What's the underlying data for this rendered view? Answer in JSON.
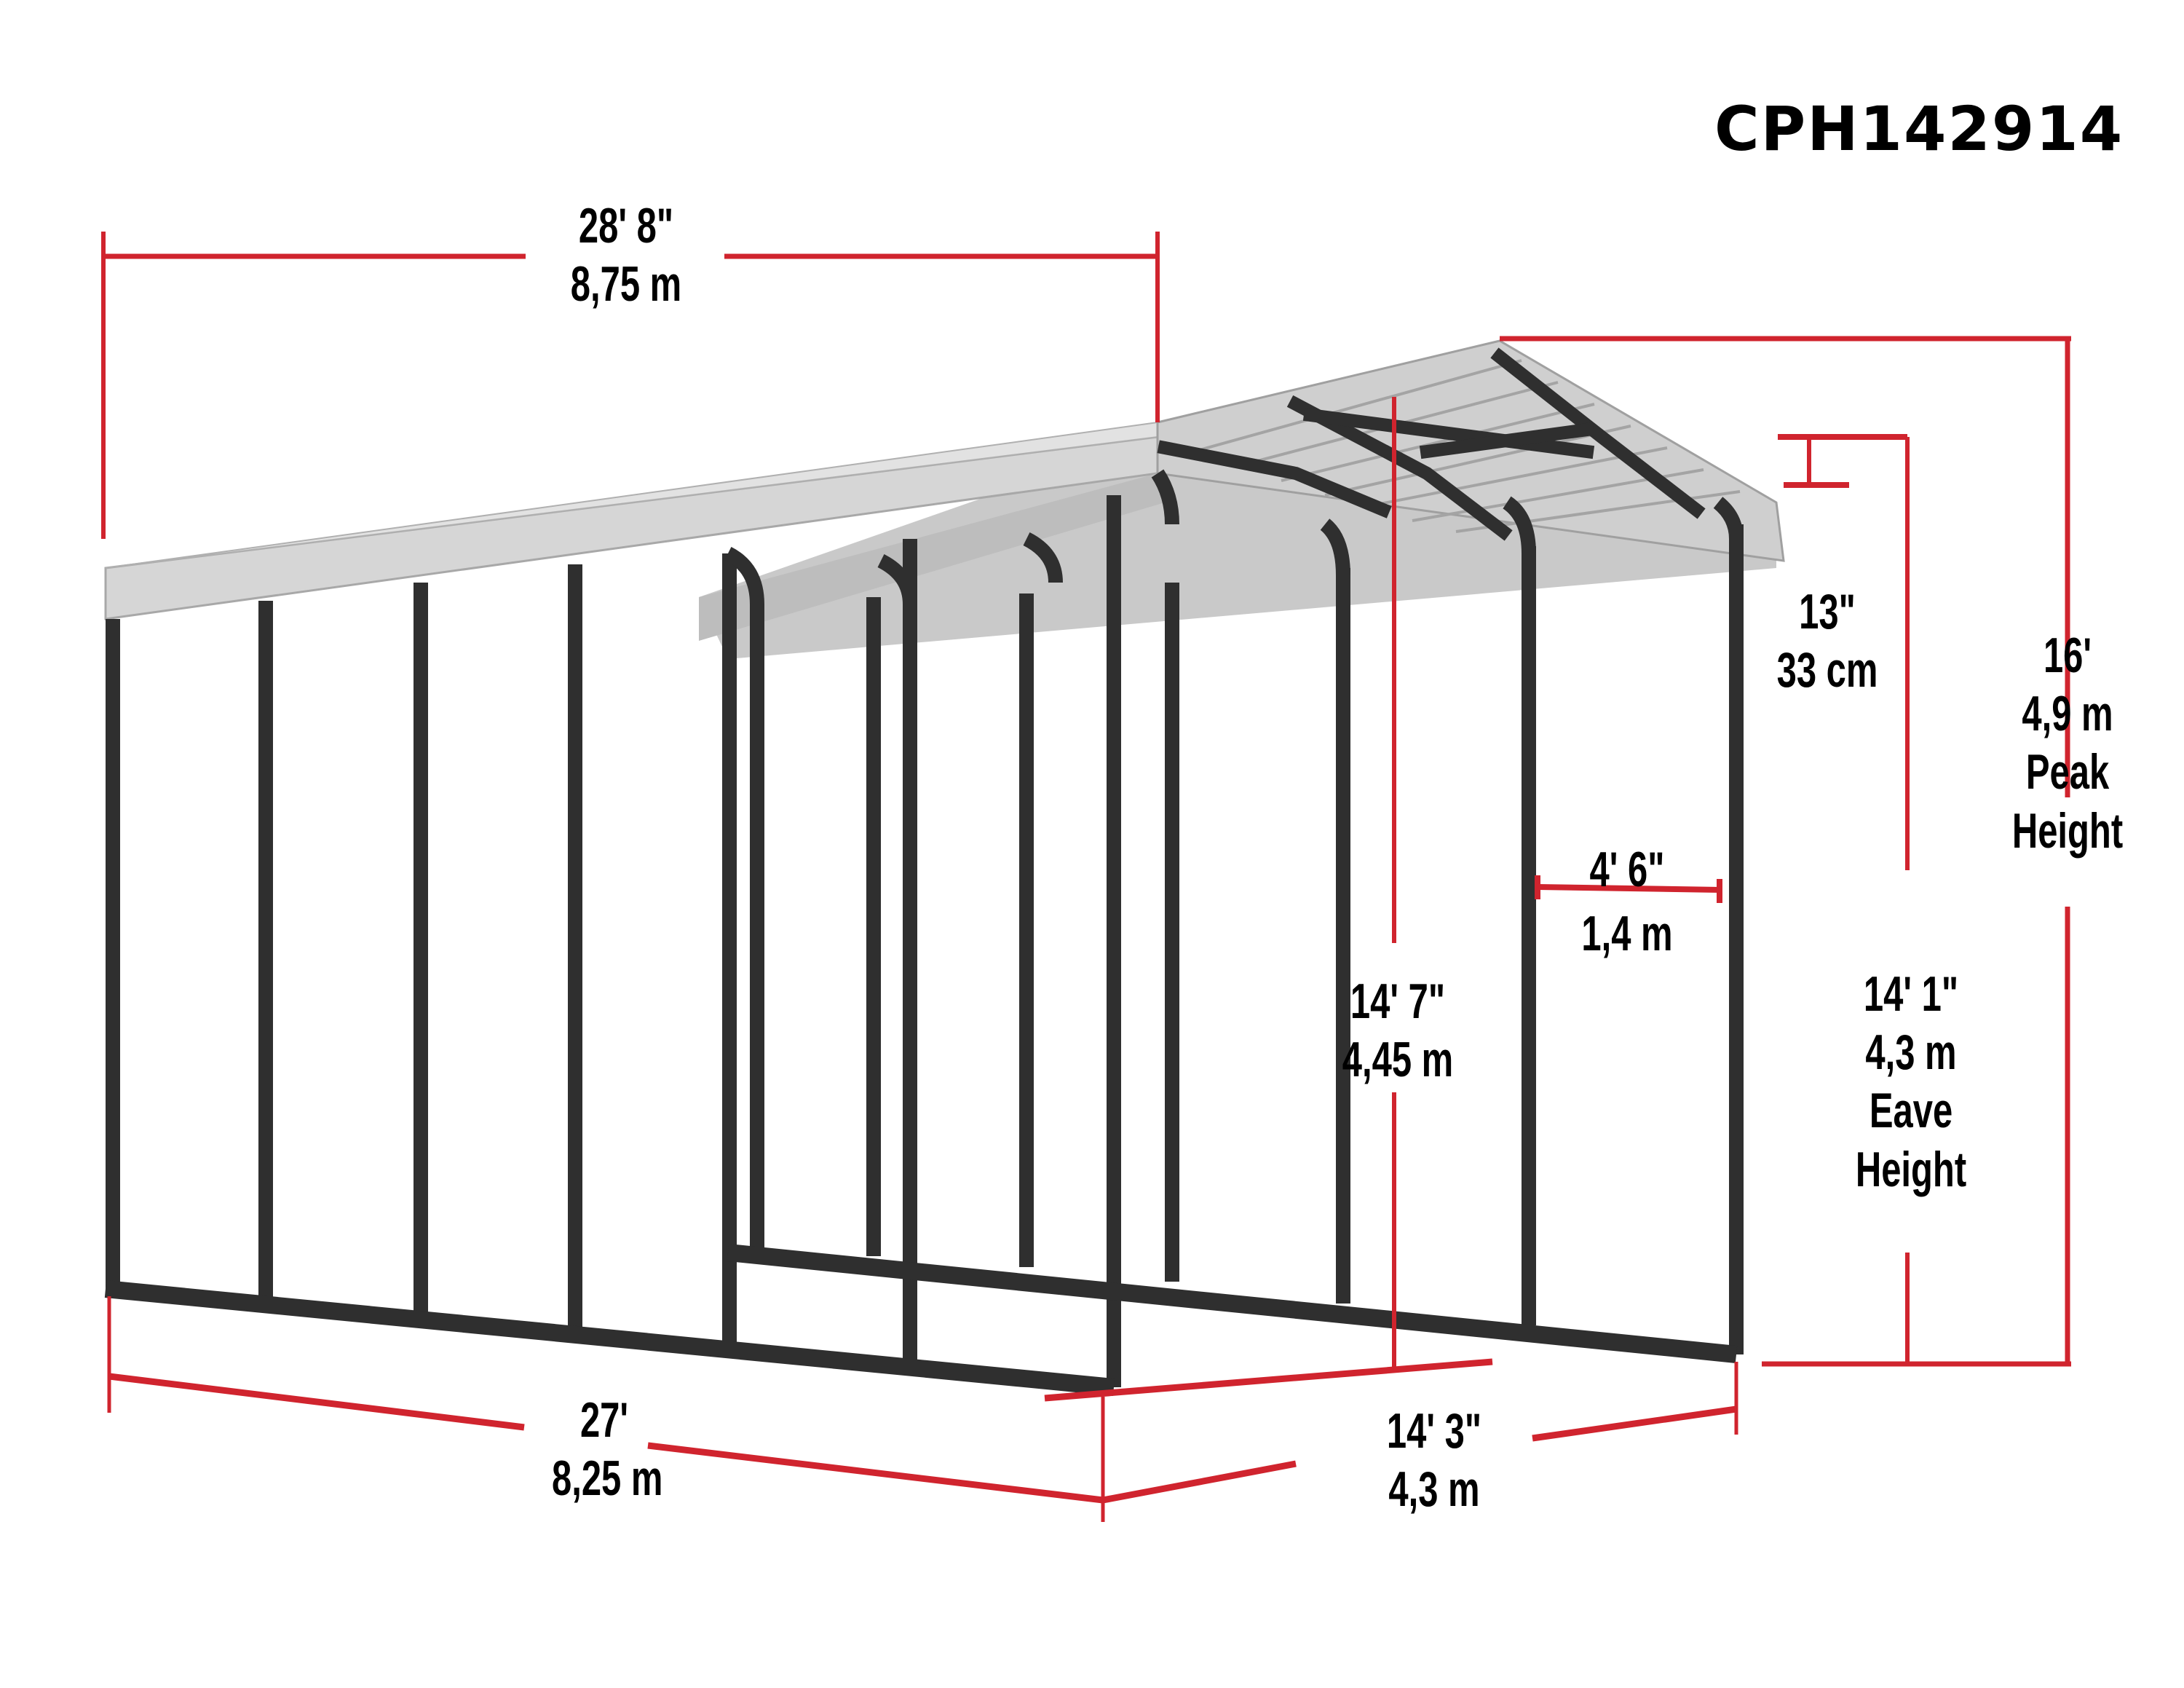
{
  "model_number": "CPH142914",
  "colors": {
    "dimension_line": "#d0242e",
    "frame": "#2f2f2f",
    "roof_light": "#d4d4d4",
    "roof_mid": "#bdbdbd",
    "roof_dark": "#9e9e9e",
    "text": "#000000"
  },
  "dimensions": {
    "roof_length": {
      "imperial": "28' 8\"",
      "metric": "8,75 m"
    },
    "roof_overhang": {
      "imperial": "13\"",
      "metric": "33 cm"
    },
    "peak_height": {
      "imperial": "16'",
      "metric": "4,9 m",
      "caption_1": "Peak",
      "caption_2": "Height"
    },
    "leg_spacing": {
      "imperial": "4' 6\"",
      "metric": "1,4 m"
    },
    "center_clearance": {
      "imperial": "14' 7\"",
      "metric": "4,45 m"
    },
    "eave_height": {
      "imperial": "14' 1\"",
      "metric": "4,3 m",
      "caption_1": "Eave",
      "caption_2": "Height"
    },
    "base_length": {
      "imperial": "27'",
      "metric": "8,25 m"
    },
    "base_width": {
      "imperial": "14' 3\"",
      "metric": "4,3 m"
    }
  }
}
